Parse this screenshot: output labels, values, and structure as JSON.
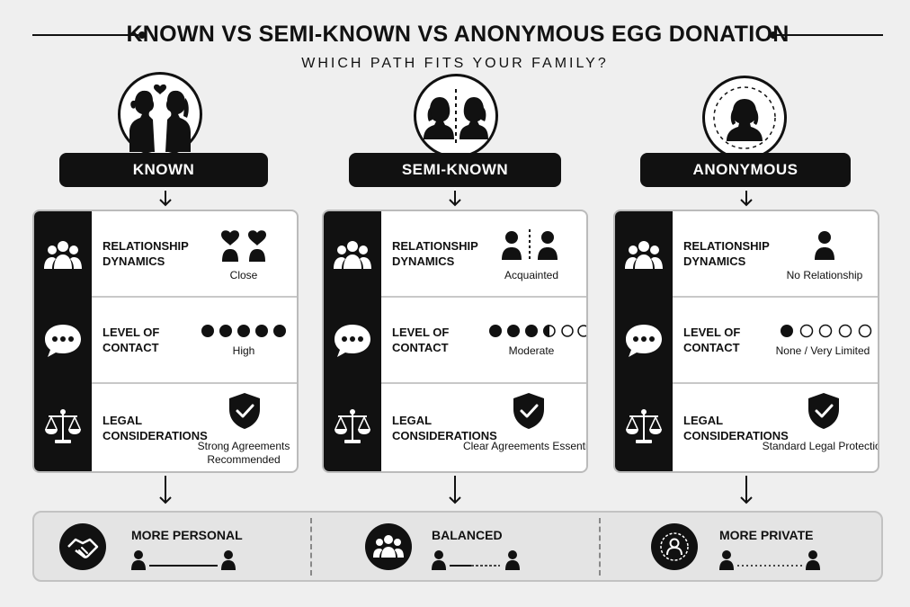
{
  "title": "KNOWN VS SEMI-KNOWN VS ANONYMOUS EGG DONATION",
  "subtitle": "WHICH PATH FITS YOUR FAMILY?",
  "columns": [
    {
      "label": "KNOWN",
      "rows": [
        {
          "label": "RELATIONSHIP DYNAMICS",
          "icon": "group-icon",
          "graphic": "two-people-heads-icon",
          "value": "Close"
        },
        {
          "label": "LEVEL OF CONTACT",
          "icon": "chat-bubble-icon",
          "graphic": "contact-dots",
          "filled": 5,
          "value": "High"
        },
        {
          "label": "LEGAL CONSIDERATIONS",
          "icon": "scales-icon",
          "graphic": "shield-check-icon",
          "value": "Strong Agreements Recommended"
        }
      ]
    },
    {
      "label": "SEMI-KNOWN",
      "rows": [
        {
          "label": "RELATIONSHIP DYNAMICS",
          "icon": "group-icon",
          "graphic": "split-people-icon",
          "value": "Acquainted"
        },
        {
          "label": "LEVEL OF CONTACT",
          "icon": "chat-bubble-icon",
          "graphic": "contact-dots",
          "filled": 3.5,
          "value": "Moderate"
        },
        {
          "label": "LEGAL CONSIDERATIONS",
          "icon": "scales-icon",
          "graphic": "shield-check-icon",
          "value": "Clear Agreements Essential"
        }
      ]
    },
    {
      "label": "ANONYMOUS",
      "rows": [
        {
          "label": "RELATIONSHIP DYNAMICS",
          "icon": "group-icon",
          "graphic": "single-person-icon",
          "value": "No Relationship"
        },
        {
          "label": "LEVEL OF CONTACT",
          "icon": "chat-bubble-icon",
          "graphic": "contact-dots",
          "filled": 1,
          "value": "None / Very Limited"
        },
        {
          "label": "LEGAL CONSIDERATIONS",
          "icon": "scales-icon",
          "graphic": "shield-check-icon",
          "value": "Standard Legal Protection"
        }
      ]
    }
  ],
  "bottom": [
    {
      "label": "MORE PERSONAL",
      "icon": "handshake-icon",
      "link": "solid"
    },
    {
      "label": "BALANCED",
      "icon": "group-icon",
      "link": "dashed"
    },
    {
      "label": "MORE PRIVATE",
      "icon": "private-person-icon",
      "link": "dotted"
    }
  ]
}
